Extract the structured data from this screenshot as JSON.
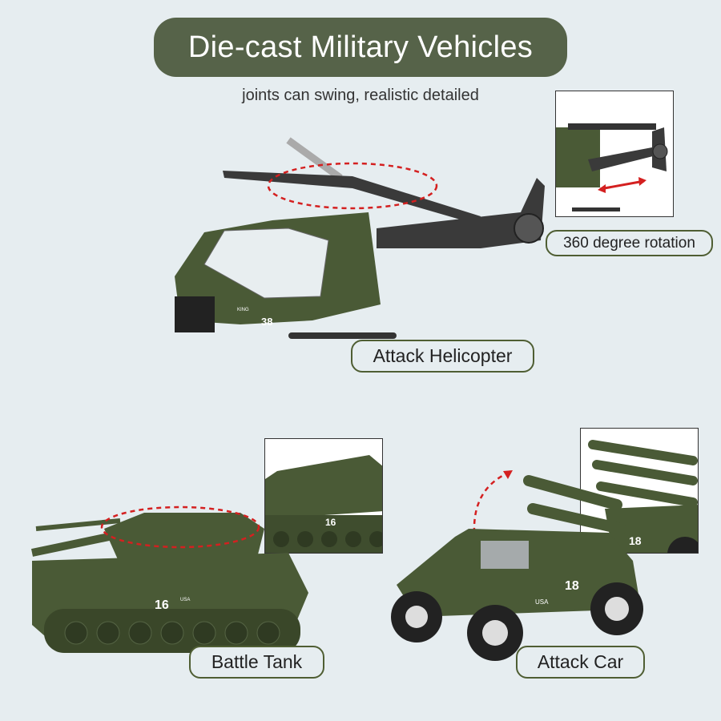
{
  "header": {
    "title": "Die-cast Military Vehicles",
    "subtitle": "joints can swing, realistic detailed"
  },
  "labels": {
    "rotation": "360 degree rotation",
    "helicopter": "Attack Helicopter",
    "tank": "Battle Tank",
    "car": "Attack Car"
  },
  "markings": {
    "helicopter": "38",
    "helicopter_badge": "KING",
    "tank": "16",
    "car": "18",
    "country": "USA"
  },
  "colors": {
    "accent": "#566349",
    "background": "#e6edf0",
    "vehicle": "#4a5a36",
    "arrow": "#d42020"
  }
}
